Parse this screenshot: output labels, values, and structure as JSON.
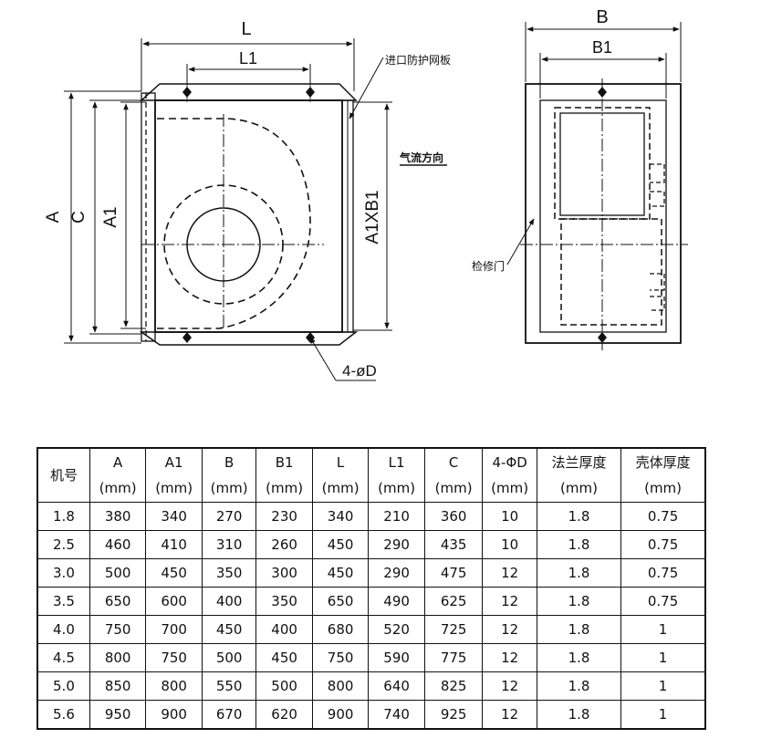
{
  "front_view": {
    "dim_L": "L",
    "dim_L1": "L1",
    "dim_A": "A",
    "dim_C": "C",
    "dim_A1": "A1",
    "dim_A1XB1": "A1XB1",
    "dim_holes": "4-øD",
    "label_inlet_guard": "进口防护网板",
    "label_airflow": "气流方向"
  },
  "side_view": {
    "dim_B": "B",
    "dim_B1": "B1",
    "label_access_door": "检修门"
  },
  "table": {
    "headers": [
      {
        "main": "机号",
        "unit": ""
      },
      {
        "main": "A",
        "unit": "(mm)"
      },
      {
        "main": "A1",
        "unit": "(mm)"
      },
      {
        "main": "B",
        "unit": "(mm)"
      },
      {
        "main": "B1",
        "unit": "(mm)"
      },
      {
        "main": "L",
        "unit": "(mm)"
      },
      {
        "main": "L1",
        "unit": "(mm)"
      },
      {
        "main": "C",
        "unit": "(mm)"
      },
      {
        "main": "4-ΦD",
        "unit": "(mm)"
      },
      {
        "main": "法兰厚度",
        "unit": "(mm)"
      },
      {
        "main": "壳体厚度",
        "unit": "(mm)"
      }
    ],
    "rows": [
      [
        "1.8",
        "380",
        "340",
        "270",
        "230",
        "340",
        "210",
        "360",
        "10",
        "1.8",
        "0.75"
      ],
      [
        "2.5",
        "460",
        "410",
        "310",
        "260",
        "450",
        "290",
        "435",
        "10",
        "1.8",
        "0.75"
      ],
      [
        "3.0",
        "500",
        "450",
        "350",
        "300",
        "450",
        "290",
        "475",
        "12",
        "1.8",
        "0.75"
      ],
      [
        "3.5",
        "650",
        "600",
        "400",
        "350",
        "650",
        "490",
        "625",
        "12",
        "1.8",
        "0.75"
      ],
      [
        "4.0",
        "750",
        "700",
        "450",
        "400",
        "680",
        "520",
        "725",
        "12",
        "1.8",
        "1"
      ],
      [
        "4.5",
        "800",
        "750",
        "500",
        "450",
        "750",
        "590",
        "775",
        "12",
        "1.8",
        "1"
      ],
      [
        "5.0",
        "850",
        "800",
        "550",
        "500",
        "800",
        "640",
        "825",
        "12",
        "1.8",
        "1"
      ],
      [
        "5.6",
        "950",
        "900",
        "670",
        "620",
        "900",
        "740",
        "925",
        "12",
        "1.8",
        "1"
      ]
    ]
  }
}
